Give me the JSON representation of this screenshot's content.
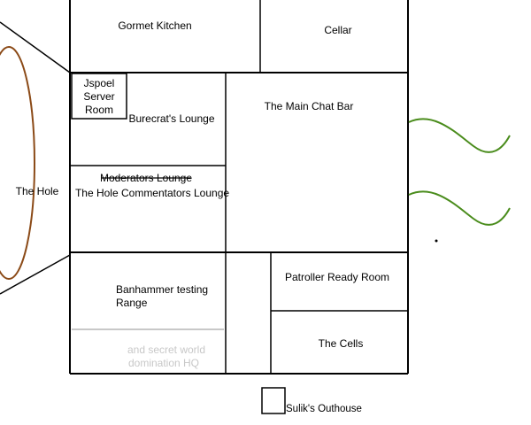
{
  "rooms": {
    "gourmet_kitchen": "Gormet Kitchen",
    "cellar": "Cellar",
    "server_room": [
      "Jspoel",
      "Server",
      "Room"
    ],
    "burecrats_lounge": "Burecrat's Lounge",
    "main_chat_bar": "The Main Chat Bar",
    "moderators_lounge": "Moderators Lounge",
    "hole_commentators_lounge": "The Hole Commentators Lounge",
    "the_hole": "The Hole",
    "banhammer_range": [
      "Banhammer testing",
      "Range"
    ],
    "secret_hq": [
      "and secret world",
      "domination HQ"
    ],
    "patroller_ready_room": "Patroller Ready Room",
    "the_cells": "The Cells",
    "outhouse": "Sulik's Outhouse"
  },
  "colors": {
    "walls": "#000000",
    "hole_outline": "#8b4a17",
    "waves": "#4a8c1c",
    "faded_text": "#c8c8c8"
  }
}
